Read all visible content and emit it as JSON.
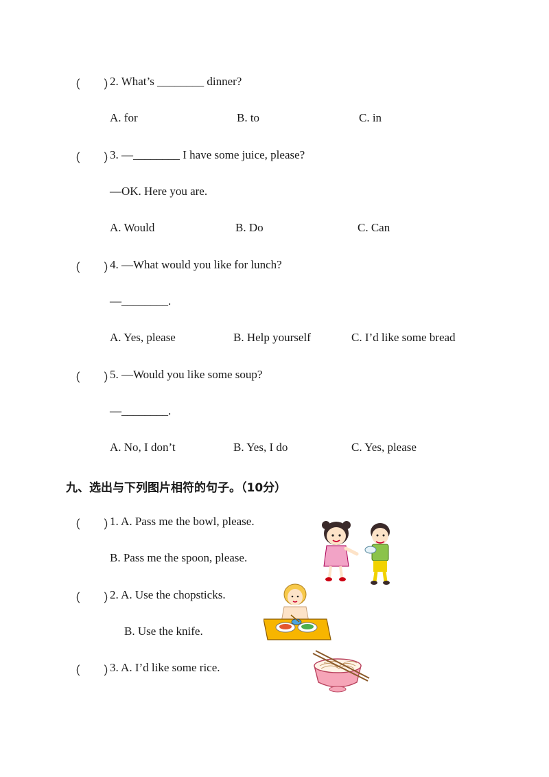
{
  "questions_part8": [
    {
      "paren": "（　　）",
      "stem": "2.  What’s  ________  dinner?",
      "options": [
        "A. for",
        "B. to",
        "C. in"
      ]
    },
    {
      "paren": "（　　）",
      "stem": "3.  —________  I  have  some  juice,  please?",
      "reply": "—OK. Here you are.",
      "options": [
        "A. Would",
        "B. Do",
        "C. Can"
      ]
    },
    {
      "paren": "（　　）",
      "stem": "4.  —What  would  you  like  for  lunch?",
      "reply": "—________.",
      "options": [
        "A. Yes, please",
        "B. Help yourself",
        "C. I’d like some bread"
      ]
    },
    {
      "paren": "（　　）",
      "stem": "5.  —Would  you  like  some  soup?",
      "reply": "—________.",
      "options": [
        "A. No, I don’t",
        "B. Yes, I do",
        "C. Yes, please"
      ]
    }
  ],
  "section9": {
    "heading": "九、选出与下列图片相符的句子。（10分）",
    "items": [
      {
        "paren": "（　　）",
        "a": "1.  A.  Pass  me  the  bowl,  please.",
        "b": "B. Pass me the spoon,  please.",
        "picture": "girl-and-boy-with-bowl"
      },
      {
        "paren": "（　　）",
        "a": "2.  A.  Use  the  chopsticks.",
        "b": "B. Use the knife.",
        "picture": "woman-eating-at-table"
      },
      {
        "paren": "（　　）",
        "a": "3.  A.  I’d  like  some  rice.",
        "picture": "noodle-bowl-with-chopsticks"
      }
    ]
  }
}
